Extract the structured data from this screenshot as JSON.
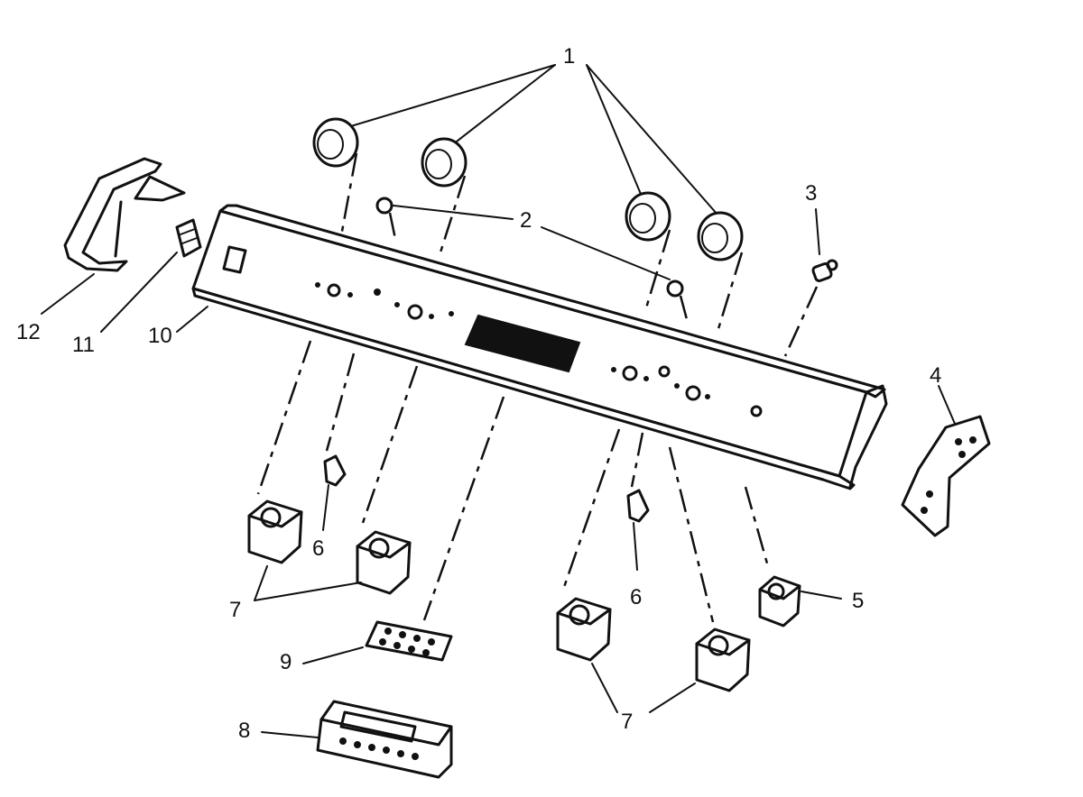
{
  "callouts": {
    "c1": "1",
    "c2": "2",
    "c3": "3",
    "c4": "4",
    "c5": "5",
    "c6a": "6",
    "c6b": "6",
    "c7a": "7",
    "c7b": "7",
    "c8": "8",
    "c9": "9",
    "c10": "10",
    "c11": "11",
    "c12": "12"
  }
}
